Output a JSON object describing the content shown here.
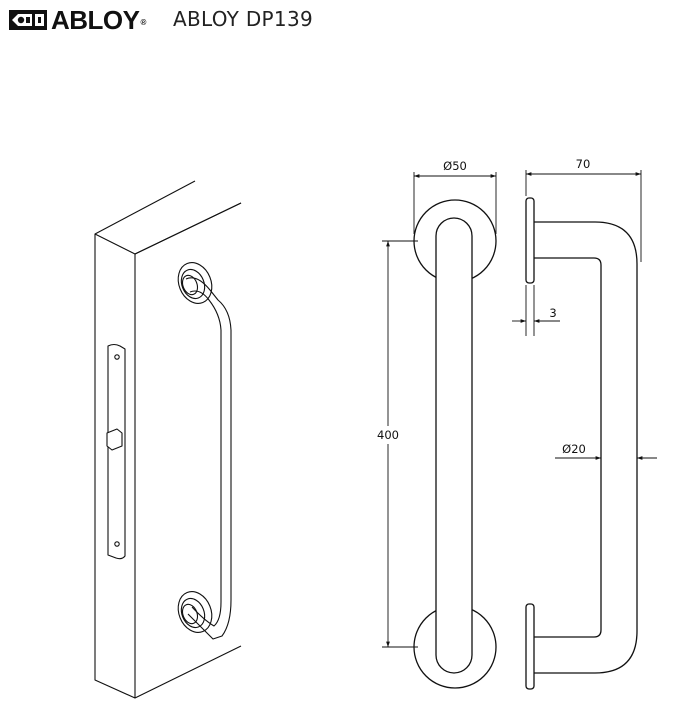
{
  "brand": {
    "name": "ABLOY",
    "registered": "®"
  },
  "product": "ABLOY DP139",
  "dimensions": {
    "rose_diameter": "Ø50",
    "projection": "70",
    "rose_thickness": "3",
    "centers": "400",
    "bar_diameter": "Ø20"
  }
}
